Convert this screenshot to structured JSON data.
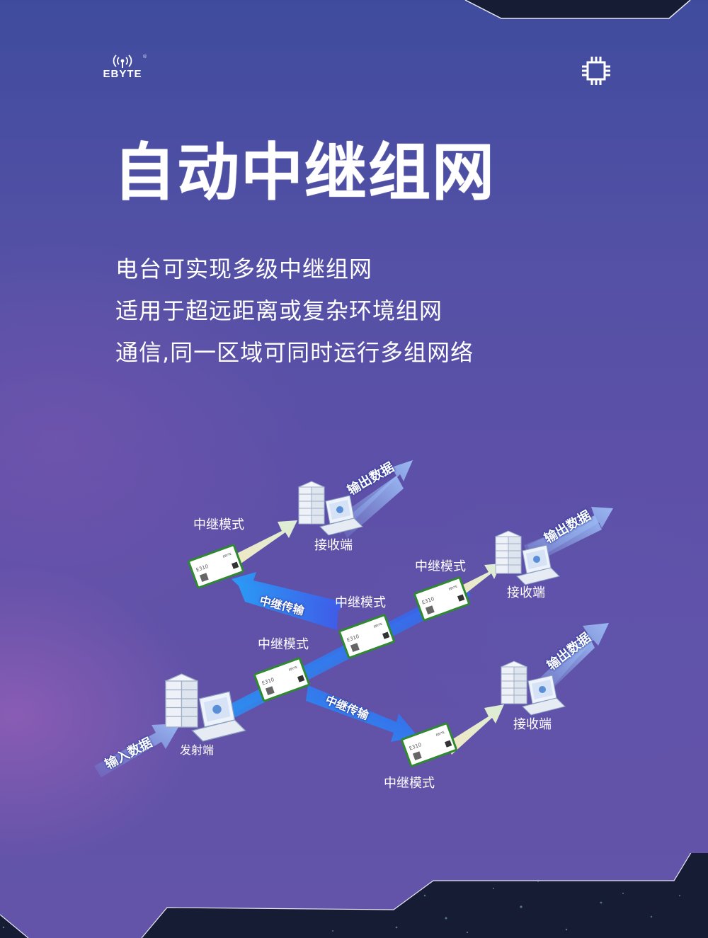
{
  "brand": {
    "logo_text": "EBYTE",
    "registered_mark": "®",
    "logo_icon": "wireless-antenna-icon",
    "corner_icon": "chip-icon"
  },
  "headline": {
    "title": "自动中继组网",
    "lines": [
      "电台可实现多级中继组网",
      "适用于超远距离或复杂环境组网",
      "通信,同一区域可同时运行多组网络"
    ]
  },
  "diagram": {
    "input_arrow": "输入数据",
    "transmitter_label": "发射端",
    "module_model": "E310",
    "nodes": [
      {
        "id": "relay-1",
        "label": "中继模式"
      },
      {
        "id": "relay-2",
        "label": "中继模式"
      },
      {
        "id": "relay-3",
        "label": "中继模式"
      },
      {
        "id": "relay-4",
        "label": "中继模式"
      },
      {
        "id": "relay-5",
        "label": "中继模式"
      }
    ],
    "relay_transfer_labels": [
      "中继传输",
      "中继传输"
    ],
    "receivers": [
      {
        "label": "接收端",
        "output": "输出数据"
      },
      {
        "label": "接收端",
        "output": "输出数据"
      },
      {
        "label": "接收端",
        "output": "输出数据"
      }
    ]
  },
  "colors": {
    "background_top": "#3f4c9e",
    "background_bottom": "#6354a9",
    "dark_band": "#151c33",
    "blue_arrow": "#2f7cf2",
    "light_arrow": "#e8ecc8",
    "module_green": "#2f8a2f"
  }
}
